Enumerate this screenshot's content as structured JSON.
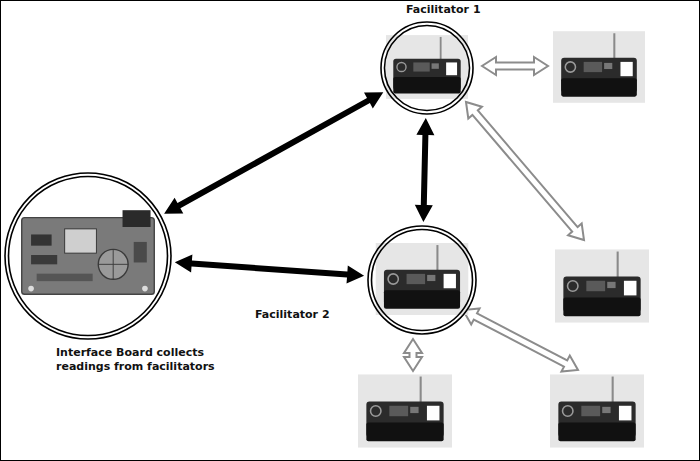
{
  "diagram": {
    "nodes": [
      {
        "text": [
          "Facilitator 1"
        ]
      },
      {
        "text": [
          "Facilitator 2"
        ]
      },
      {
        "text": [
          "Interface Board collects readings from facilitators"
        ]
      }
    ],
    "edges": [
      {
        "from": 2,
        "to": 0,
        "arrow": "both"
      },
      {
        "from": 2,
        "to": 1,
        "arrow": "both"
      },
      {
        "from": 0,
        "to": 1,
        "arrow": "both"
      }
    ]
  }
}
